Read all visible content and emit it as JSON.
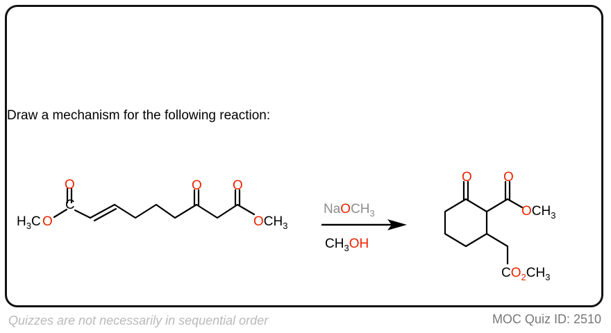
{
  "prompt": "Draw a mechanism for the following reaction:",
  "reactant": {
    "left_group": "H3CO",
    "ester_carbon": "C",
    "ketone_oxygen": "O",
    "ester_oxygen": "O",
    "right_group": "OCH3"
  },
  "reagents": {
    "above": "NaOCH3",
    "below": "CH3OH"
  },
  "product": {
    "ketone_oxygen": "O",
    "ester_oxygen": "O",
    "ester_group": "OCH3",
    "side_chain": "CO2CH3"
  },
  "footer": {
    "note": "Quizzes are not necessarily in sequential order",
    "quiz_id": "MOC Quiz ID: 2510"
  },
  "colors": {
    "bond": "#000000",
    "oxygen": "#ee2200",
    "reagent_gray": "#8c8c8c",
    "note_gray": "#b9b9b9",
    "id_gray": "#777777"
  }
}
